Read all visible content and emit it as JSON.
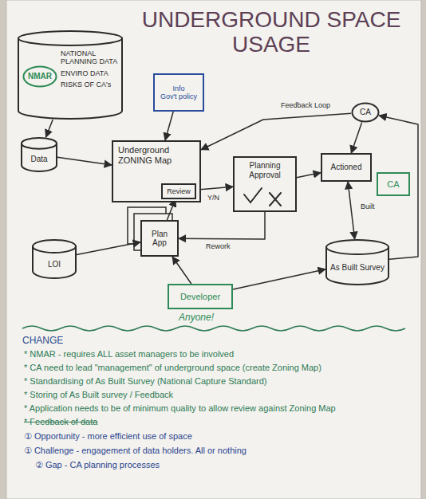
{
  "diagram": {
    "title": "UNDERGROUND SPACE USAGE",
    "nodes": [
      {
        "text": [
          "NATIONAL PLANNING DATA",
          "ENVIRO DATA",
          "RISKS OF CA's"
        ]
      },
      {
        "text": [
          "NMAR"
        ],
        "in": 0
      },
      {
        "text": [
          "Data"
        ]
      },
      {
        "text": [
          "Info",
          "Gov't policy"
        ]
      },
      {
        "text": [
          "Underground ZONING Map"
        ]
      },
      {
        "text": [
          "Review"
        ],
        "in": 4
      },
      {
        "text": [
          "Planning Approval"
        ]
      },
      {
        "text": [
          "Actioned"
        ]
      },
      {
        "text": [
          "CA"
        ]
      },
      {
        "text": [
          "As Built Survey"
        ]
      },
      {
        "text": [
          "CA"
        ]
      },
      {
        "text": [
          "Plan App"
        ]
      },
      {
        "text": [
          "LOI"
        ]
      },
      {
        "text": [
          "Developer"
        ]
      }
    ],
    "edges": [
      {
        "from": 0,
        "to": 2,
        "arrow": "to"
      },
      {
        "from": 2,
        "to": 4,
        "arrow": "to"
      },
      {
        "from": 3,
        "to": 4,
        "arrow": "to"
      },
      {
        "from": 5,
        "to": 6,
        "label": "Y/N",
        "arrow": "to"
      },
      {
        "from": 6,
        "to": 7,
        "arrow": "to"
      },
      {
        "from": 7,
        "to": 9,
        "label": "Built",
        "arrow": "both"
      },
      {
        "from": 9,
        "to": 8,
        "arrow": "to"
      },
      {
        "from": 8,
        "to": 4,
        "label": "Feedback Loop",
        "arrow": "to"
      },
      {
        "from": 8,
        "to": 7,
        "arrow": "to"
      },
      {
        "from": 11,
        "to": 5,
        "arrow": "to"
      },
      {
        "from": 12,
        "to": 11,
        "arrow": "to"
      },
      {
        "from": 13,
        "to": 11,
        "arrow": "to"
      },
      {
        "from": 13,
        "to": 9,
        "arrow": "to"
      },
      {
        "from": 6,
        "to": 11,
        "label": "Rework",
        "arrow": "to"
      }
    ],
    "labels": [
      "Anyone!",
      "CHANGE",
      "* NMAR - requires ALL asset managers to be involved",
      "* CA need to lead \"management\" of underground space (create Zoning Map)",
      "* Standardising of As Built Survey (National Capture Standard)",
      "* Storing of As Built survey / Feedback",
      "* Application needs to be of minimum quality to allow review against Zoning Map",
      "* Feedback of data",
      "① Opportunity - more efficient use of space",
      "① Challenge - engagement of data holders. All or nothing",
      "② Gap - CA planning processes"
    ]
  }
}
